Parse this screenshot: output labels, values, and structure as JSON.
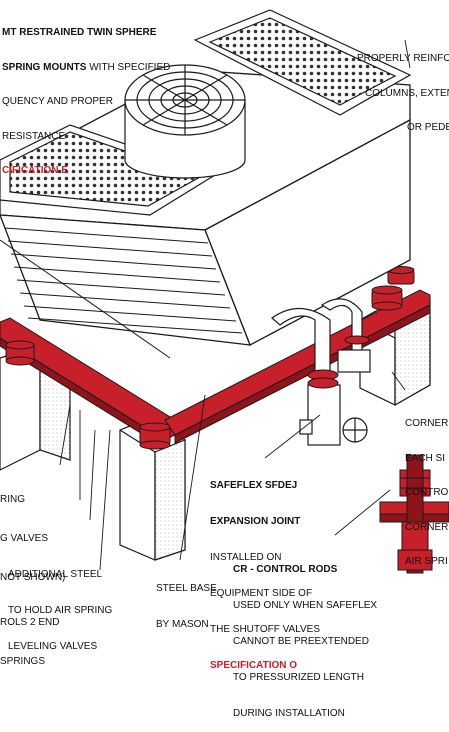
{
  "labels": {
    "top_left": {
      "line1_bold": "MT RESTRAINED TWIN SPHERE",
      "line2_bold": "SPRING MOUNTS",
      "line2_rest": " WITH SPECIFIED",
      "line3": "QUENCY AND PROPER",
      "line4": "RESISTANCE",
      "spec": "CIFICATION E"
    },
    "top_right": {
      "line1": "PROPERLY REINFO",
      "line2": "COLUMNS, EXTEN",
      "line3": "OR PEDE"
    },
    "right_corner": {
      "line1": "CORNER",
      "line2": "EACH SI",
      "line3": "CONTRO",
      "line4": "CORNER",
      "line5": "AIR SPRI"
    },
    "left_lower": {
      "line1": "RING",
      "line2": "G VALVES",
      "line3": "NOT SHOWN)",
      "line4": "ROLS 2 END",
      "line5": "SPRINGS"
    },
    "additional_steel": {
      "line1": "ADDITIONAL STEEL",
      "line2": "TO HOLD AIR SPRING",
      "line3": "LEVELING VALVES"
    },
    "steel_base": {
      "line1": "STEEL BASE",
      "line2": "BY MASON"
    },
    "safeflex": {
      "title1": "SAFEFLEX SFDEJ",
      "title2": "EXPANSION JOINT",
      "line1": "INSTALLED ON",
      "line2": "EQUIPMENT SIDE OF",
      "line3": "THE SHUTOFF VALVES",
      "spec": "SPECIFICATION O"
    },
    "control_rods": {
      "title": "CR - CONTROL RODS",
      "line1": "USED ONLY WHEN SAFEFLEX",
      "line2": "CANNOT BE PREEXTENDED",
      "line3": "TO PRESSURIZED LENGTH",
      "line4": "DURING INSTALLATION"
    }
  },
  "colors": {
    "steel_red": "#c8202a",
    "outline": "#1a1a1a",
    "paper": "#ffffff",
    "shade": "#d9d9d9"
  }
}
